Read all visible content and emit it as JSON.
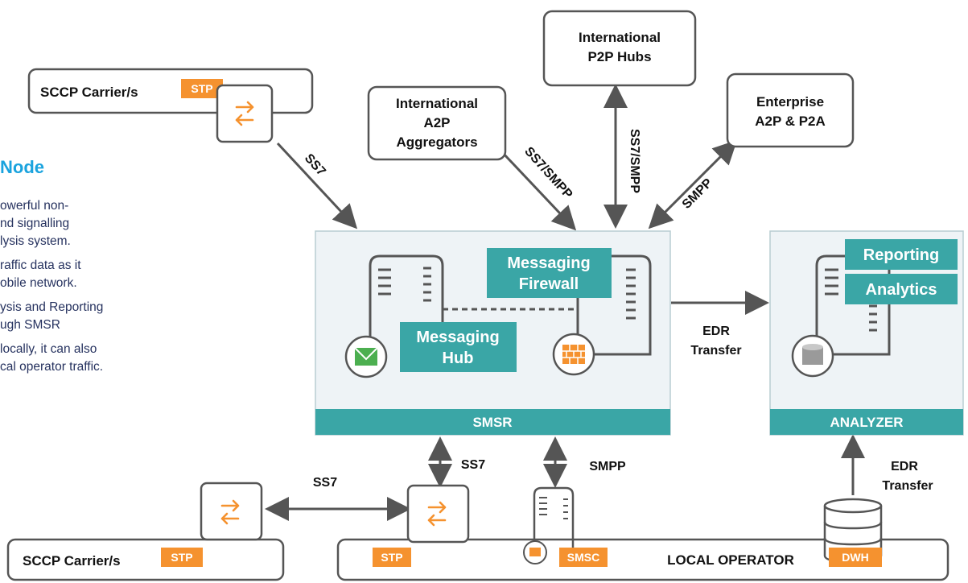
{
  "side_text": {
    "heading": "Node",
    "lines": [
      "owerful non-",
      "nd signalling",
      "lysis system.",
      "raffic data as it",
      "obile network.",
      "ysis and Reporting",
      "ugh SMSR",
      " locally, it can also",
      "cal operator traffic."
    ]
  },
  "nodes": {
    "sccp_top": {
      "label": "SCCP Carrier/s",
      "tag": "STP"
    },
    "intl_a2p": {
      "lines": [
        "International",
        "A2P",
        "Aggregators"
      ]
    },
    "intl_p2p": {
      "lines": [
        "International",
        "P2P Hubs"
      ]
    },
    "enterprise": {
      "lines": [
        "Enterprise",
        "A2P & P2A"
      ]
    },
    "smsr": {
      "label": "SMSR",
      "firewall": [
        "Messaging",
        "Firewall"
      ],
      "hub": [
        "Messaging",
        "Hub"
      ]
    },
    "analyzer": {
      "label": "ANALYZER",
      "reporting": "Reporting",
      "analytics": "Analytics"
    },
    "sccp_bottom": {
      "label": "SCCP Carrier/s",
      "tag": "STP"
    },
    "local_operator": {
      "label": "LOCAL OPERATOR",
      "stp": "STP",
      "smsc": "SMSC",
      "dwh": "DWH"
    }
  },
  "links": {
    "ss7_top": "SS7",
    "a2p_link": "SS7/SMPP",
    "p2p_link": "SS7/SMPP",
    "enterprise_link": "SMPP",
    "edr_transfer": [
      "EDR",
      "Transfer"
    ],
    "ss7_bottom_left": "SS7",
    "ss7_bottom_mid": "SS7",
    "smpp_bottom": "SMPP",
    "edr_transfer_bottom": [
      "EDR",
      "Transfer"
    ]
  },
  "colors": {
    "orange": "#f5922f",
    "teal": "#3aa6a6",
    "panel": "#eef3f6",
    "frame": "#555555",
    "accent_blue": "#1aa3de",
    "green": "#4caf50"
  }
}
